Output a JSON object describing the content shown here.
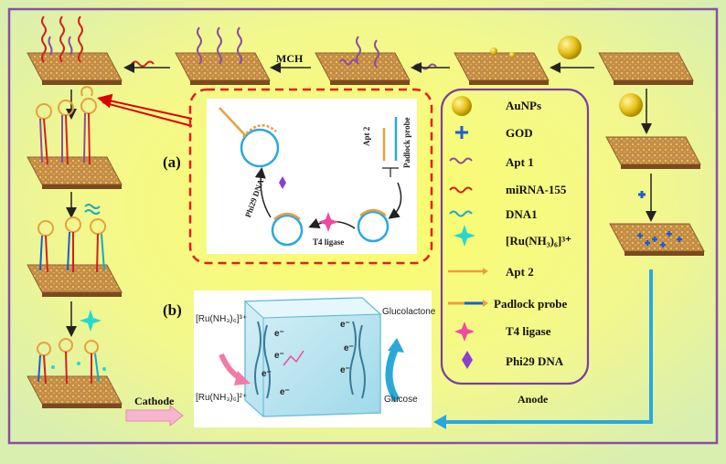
{
  "panels": {
    "a": "(a)",
    "b": "(b)"
  },
  "steps": {
    "mch": "MCH",
    "cathode": "Cathode",
    "anode": "Anode"
  },
  "inset_a": {
    "apt2": "Apt 2",
    "padlock": "Padlock probe",
    "t4": "T4 ligase",
    "phi29": "Phi29 DNA"
  },
  "inset_b": {
    "ru_top": "[Ru(NH₃)₆]³⁺",
    "ru_bottom": "[Ru(NH₃)₆]²⁺",
    "electron": "e⁻",
    "glucolactone": "Glucolactone",
    "glucose": "Glucose"
  },
  "legend": {
    "items": [
      {
        "label": "AuNPs",
        "icon": "gold-sphere"
      },
      {
        "label": "GOD",
        "icon": "blue-plus"
      },
      {
        "label": "Apt 1",
        "icon": "purple-wave"
      },
      {
        "label": "miRNA-155",
        "icon": "red-wave"
      },
      {
        "label": "DNA1",
        "icon": "cyan-wave"
      },
      {
        "label": "[Ru(NH₃)₆]³⁺",
        "icon": "cyan-star"
      },
      {
        "label": "Apt 2",
        "icon": "orange-arrow"
      },
      {
        "label": "Padlock probe",
        "icon": "blue-orange-arrow"
      },
      {
        "label": "T4 ligase",
        "icon": "pink-burst"
      },
      {
        "label": "Phi29 DNA",
        "icon": "purple-diamond"
      }
    ]
  },
  "colors": {
    "background": "#f3f88c",
    "frame": "#8a4fa0",
    "inset_border": "#e02020",
    "flow": "#29a8e0",
    "electrode": "#c08a4a"
  }
}
